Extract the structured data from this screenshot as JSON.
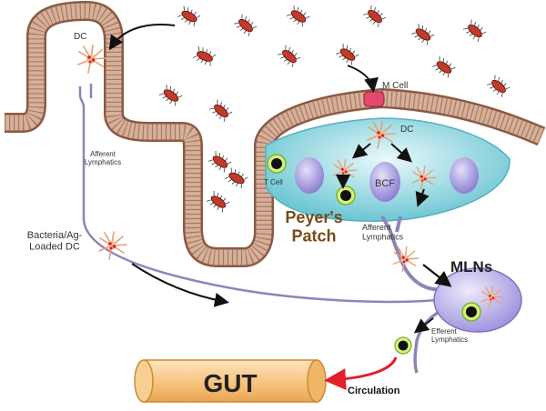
{
  "labels": {
    "dc_villus": "DC",
    "afferent_lymphatics_villus": "Afferent\nLymphatics",
    "bacteria_loaded_dc": "Bacteria/Ag-\nLoaded DC",
    "m_cell": "M Cell",
    "dc_patch": "DC",
    "t_cell": "T Cell",
    "bcf": "BCF",
    "peyers_patch": "Peyer's\nPatch",
    "afferent_lymphatics_patch": "Afferent\nLymphatics",
    "mlns": "MLNs",
    "efferent_lymphatics": "Efferent\nLymphatics",
    "gut": "GUT",
    "circulation": "Circulation"
  },
  "colors": {
    "epithelium": "#b98a70",
    "epithelium_dark": "#8a5a44",
    "lymphatic": "#8e84b8",
    "patch_fill": "#7fd0da",
    "follicle": "#9a8fd6",
    "mln_fill": "#a99ee0",
    "gut_fill": "#f6c884",
    "gut_stroke": "#c98a37",
    "m_cell": "#e24a6e",
    "bacteria_body": "#c23a2a",
    "red_arrow": "#e0202a",
    "patch_title": "#7a4a1a"
  },
  "icons": {
    "bacterium": "bacterium-icon",
    "dendritic_cell": "dendritic-cell-icon",
    "t_cell": "t-cell-icon"
  }
}
